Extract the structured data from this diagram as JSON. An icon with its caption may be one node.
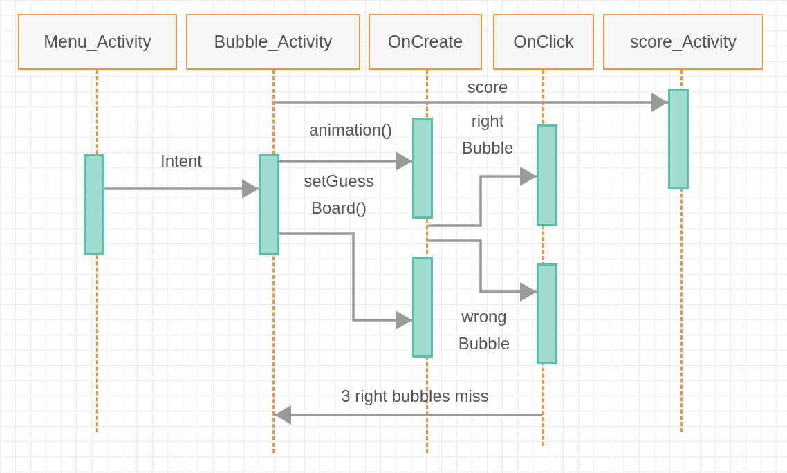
{
  "diagram": {
    "nodes": [
      {
        "text": [
          "Menu_Activity"
        ]
      },
      {
        "text": [
          "Bubble_Activity"
        ]
      },
      {
        "text": [
          "OnCreate"
        ]
      },
      {
        "text": [
          "OnClick"
        ]
      },
      {
        "text": [
          "score_Activity"
        ]
      },
      {
        "text": [],
        "shape": "line"
      },
      {
        "text": [],
        "shape": "line"
      },
      {
        "text": [],
        "shape": "line"
      },
      {
        "text": [],
        "shape": "line"
      },
      {
        "text": [],
        "shape": "line"
      },
      {
        "text": [],
        "shape": "bar"
      },
      {
        "text": [],
        "shape": "bar"
      },
      {
        "text": [],
        "shape": "bar"
      },
      {
        "text": [],
        "shape": "bar"
      },
      {
        "text": [],
        "shape": "bar"
      },
      {
        "text": [],
        "shape": "bar"
      },
      {
        "text": [],
        "shape": "bar"
      }
    ],
    "edges": [
      {
        "from": 6,
        "to": 16,
        "arrow": "to",
        "label": "score"
      },
      {
        "from": 10,
        "to": 11,
        "arrow": "to",
        "label": "Intent"
      },
      {
        "from": 11,
        "to": 12,
        "arrow": "to",
        "label": "animation()"
      },
      {
        "from": 11,
        "to": 13,
        "arrow": "to",
        "label": "setGuess Board()"
      },
      {
        "from": 7,
        "to": 14,
        "arrow": "to",
        "label": "right Bubble"
      },
      {
        "from": 7,
        "to": 15,
        "arrow": "to",
        "label": "wrong Bubble"
      },
      {
        "from": 8,
        "to": 6,
        "arrow": "to",
        "label": "3 right bubbles miss"
      }
    ]
  }
}
